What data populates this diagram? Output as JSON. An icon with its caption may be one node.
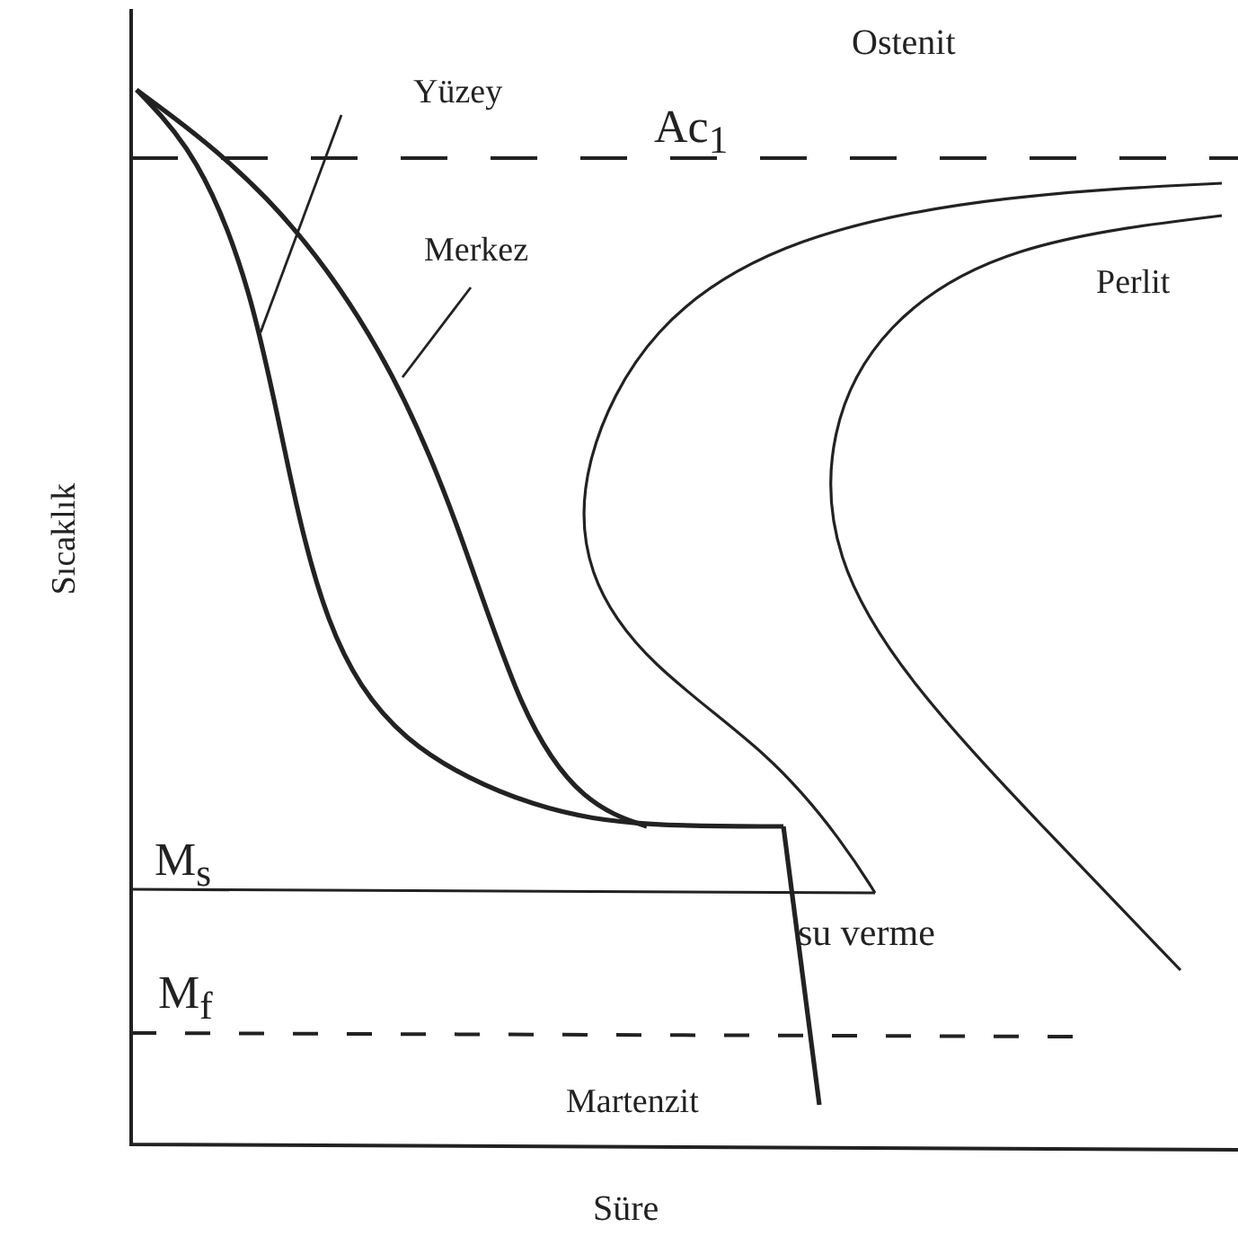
{
  "diagram": {
    "nodes": [
      {
        "text": [
          "Yüzey"
        ]
      },
      {
        "text": [
          "Merkez"
        ]
      }
    ],
    "edges": [
      {
        "from": 0,
        "to": null,
        "arrow": "none"
      },
      {
        "from": 1,
        "to": null,
        "arrow": "none"
      }
    ],
    "labels": [
      "Ostenit",
      "Ac$_{1}$",
      "Perlit",
      "Sıcaklık",
      "M$_{s}$",
      "su verme",
      "M$_{f}$",
      "Martenzit",
      "Süre"
    ]
  }
}
